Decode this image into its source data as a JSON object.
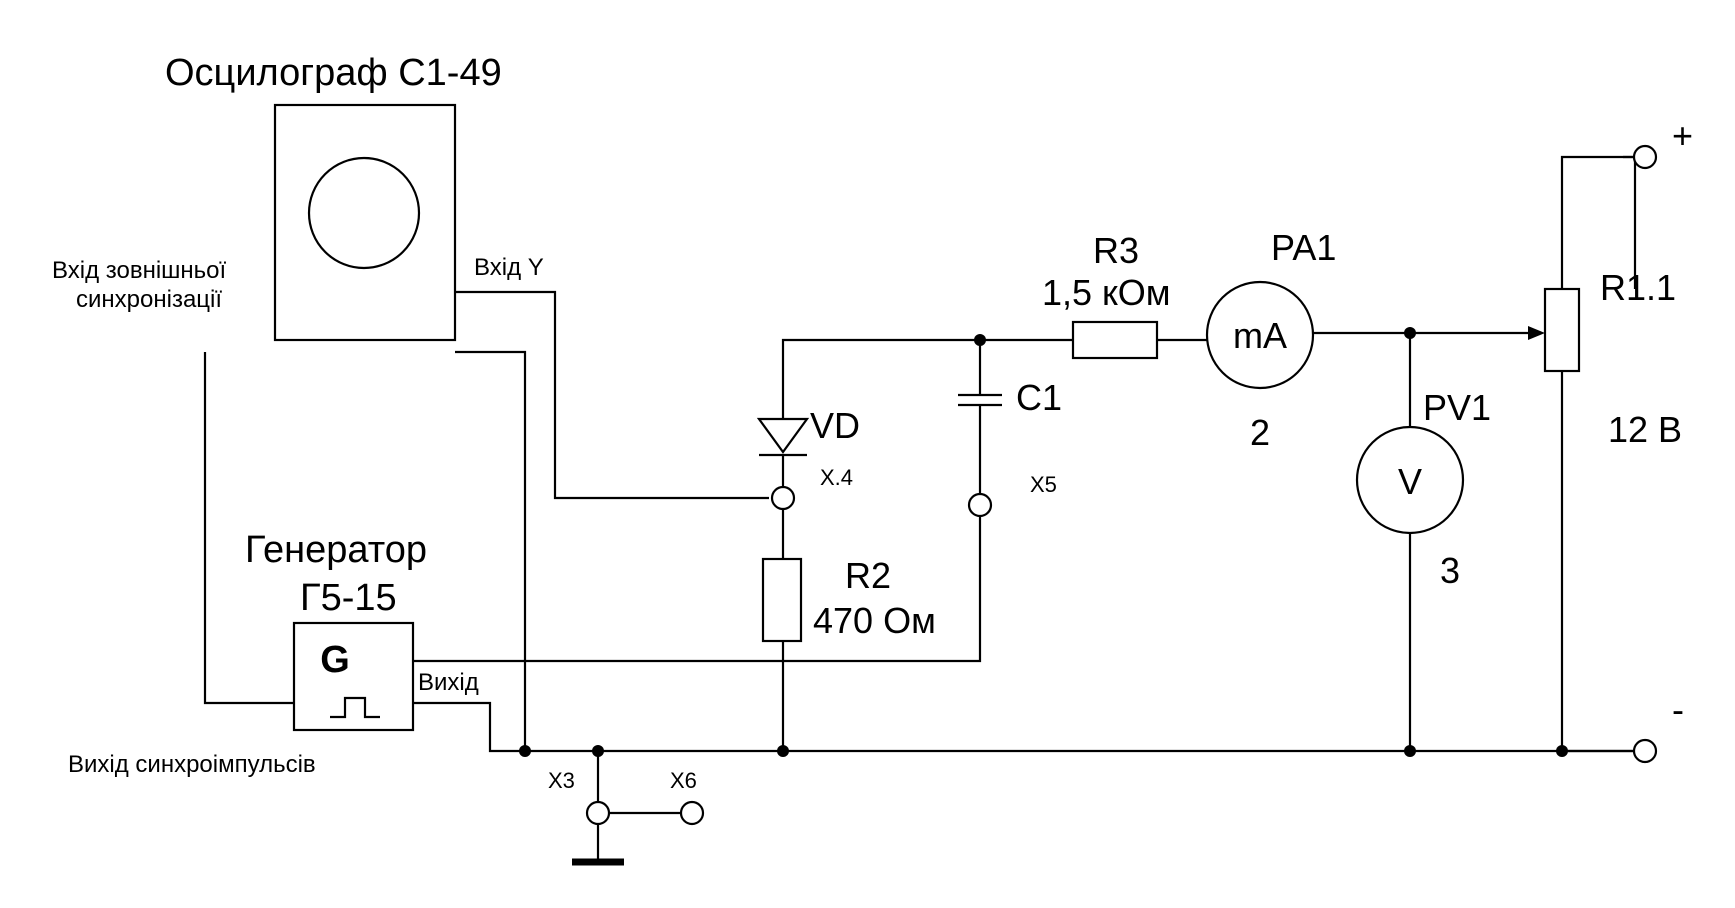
{
  "oscilloscope": {
    "title": "Осцилограф С1-49",
    "ext_sync_label_line1": "Вхід зовнішньої",
    "ext_sync_label_line2": "синхронізації",
    "input_y_label": "Вхід Y"
  },
  "generator": {
    "title_line1": "Генератор",
    "title_line2": "Г5-15",
    "symbol": "G",
    "output_label": "Вихід",
    "sync_output_label": "Вихід синхроімпульсів"
  },
  "components": {
    "diode": "VD",
    "capacitor": "C1",
    "r2_name": "R2",
    "r2_value": "470 Ом",
    "r3_name": "R3",
    "r3_value": "1,5 кОм",
    "ammeter_name": "PA1",
    "ammeter_symbol": "mA",
    "ammeter_num": "2",
    "voltmeter_name": "PV1",
    "voltmeter_symbol": "V",
    "voltmeter_num": "3",
    "pot_name": "R1.1"
  },
  "terminals": {
    "x4": "X.4",
    "x5": "X5",
    "x3": "X3",
    "x6": "X6"
  },
  "supply": {
    "plus": "+",
    "minus": "-",
    "voltage": "12 В"
  }
}
